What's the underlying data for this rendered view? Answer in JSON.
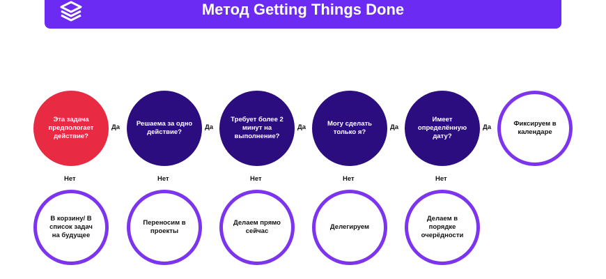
{
  "header": {
    "title": "Метод Getting Things Done",
    "logo_icon": "layered-cube-icon",
    "color": "#6c2bf2"
  },
  "flow": {
    "questions": [
      "Эта задача предпологает действие?",
      "Решаема за одно действие?",
      "Требует более 2 минут на выполнение?",
      "Могу сделать только я?",
      "Имеет определённую дату?"
    ],
    "final_yes": "Фиксируем в календаре",
    "no_outcomes": [
      "В корзину/ В список задач на будущее",
      "Переносим в проекты",
      "Делаем прямо сейчас",
      "Делегируем",
      "Делаем в порядке очерёдности"
    ],
    "yes_label": "Да",
    "no_label": "Нет"
  },
  "colors": {
    "first_question": "#e82a43",
    "question": "#2c0d80",
    "outcome_ring": "#7c34ef"
  }
}
